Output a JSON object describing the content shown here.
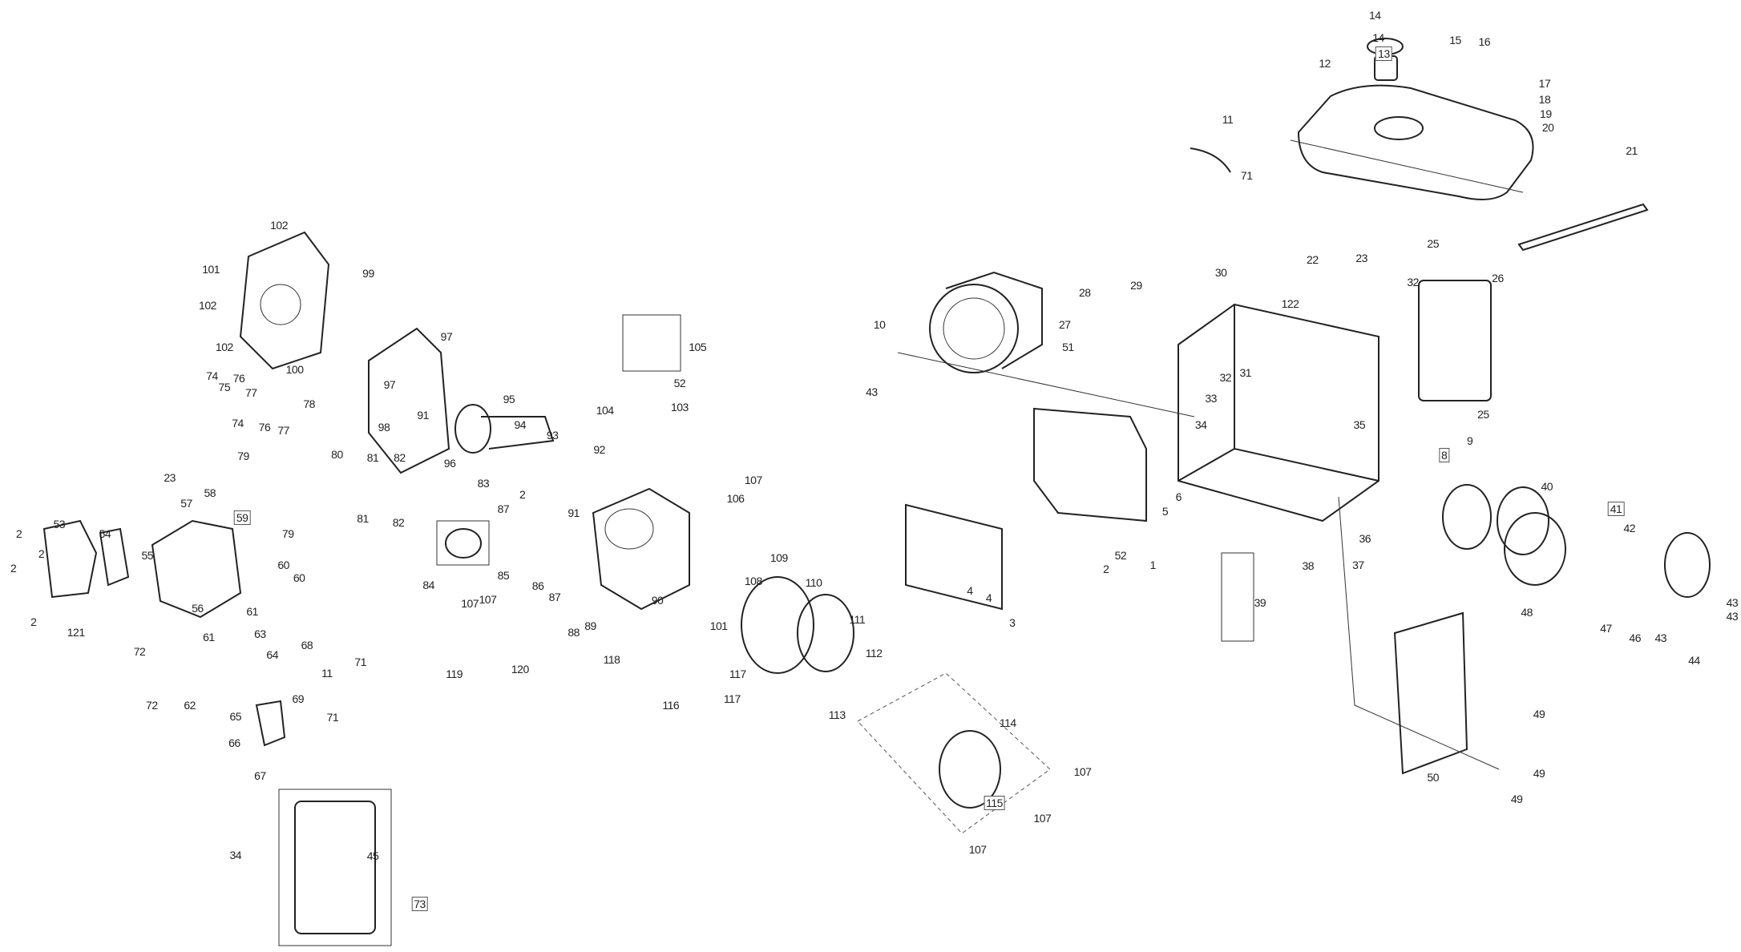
{
  "diagram": {
    "type": "exploded-parts-diagram",
    "part_labels": [
      "14",
      "14",
      "13",
      "15",
      "16",
      "12",
      "17",
      "18",
      "19",
      "20",
      "11",
      "71",
      "21",
      "22",
      "23",
      "25",
      "32",
      "26",
      "30",
      "122",
      "28",
      "29",
      "10",
      "43",
      "27",
      "51",
      "105",
      "52",
      "103",
      "104",
      "97",
      "97",
      "98",
      "91",
      "95",
      "94",
      "96",
      "93",
      "92",
      "2",
      "91",
      "83",
      "84",
      "87",
      "85",
      "86",
      "87",
      "90",
      "88",
      "89",
      "107",
      "106",
      "109",
      "108",
      "110",
      "101",
      "111",
      "112",
      "113",
      "118",
      "116",
      "117",
      "117",
      "119",
      "107",
      "107",
      "120",
      "114",
      "115",
      "107",
      "107",
      "107",
      "102",
      "99",
      "101",
      "102",
      "102",
      "100",
      "74",
      "75",
      "76",
      "77",
      "78",
      "74",
      "76",
      "77",
      "79",
      "79",
      "80",
      "81",
      "82",
      "81",
      "82",
      "23",
      "57",
      "58",
      "59",
      "53",
      "54",
      "2",
      "2",
      "2",
      "2",
      "55",
      "60",
      "60",
      "56",
      "61",
      "61",
      "63",
      "121",
      "72",
      "72",
      "64",
      "68",
      "71",
      "11",
      "69",
      "71",
      "62",
      "65",
      "66",
      "67",
      "34",
      "45",
      "73",
      "8",
      "40",
      "41",
      "42",
      "33",
      "34",
      "32",
      "31",
      "35",
      "9",
      "25",
      "6",
      "5",
      "2",
      "52",
      "1",
      "4",
      "4",
      "3",
      "36",
      "37",
      "38",
      "39",
      "48",
      "47",
      "46",
      "43",
      "43",
      "43",
      "44",
      "49",
      "49",
      "49",
      "50"
    ]
  }
}
